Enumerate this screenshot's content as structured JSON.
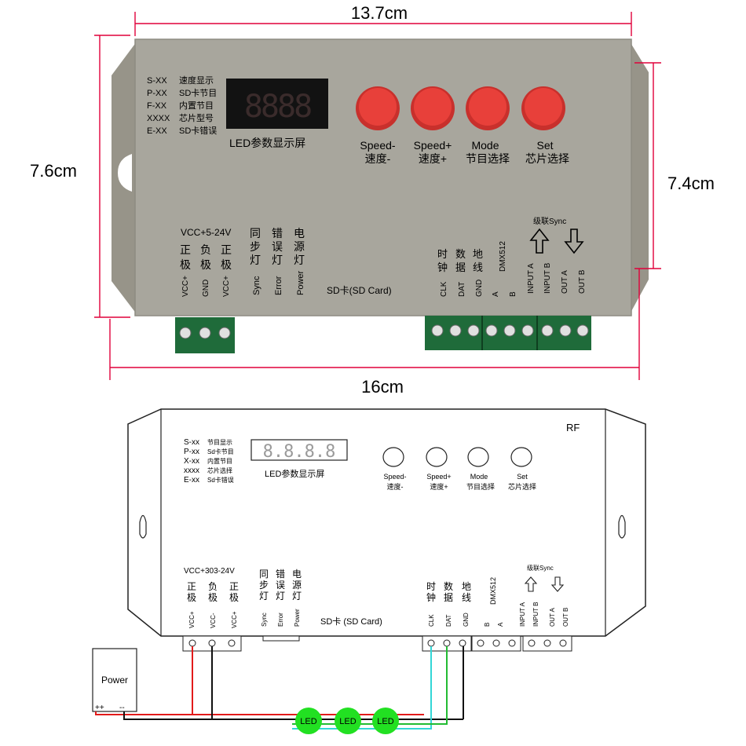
{
  "dimensions": {
    "width_label": "13.7cm",
    "height_left_label": "7.6cm",
    "height_right_label": "7.4cm",
    "overall_width_label": "16cm"
  },
  "photo": {
    "legend": [
      {
        "code": "S-XX",
        "desc": "速度显示"
      },
      {
        "code": "P-XX",
        "desc": "SD卡节目"
      },
      {
        "code": "F-XX",
        "desc": "内置节目"
      },
      {
        "code": "XXXX",
        "desc": "芯片型号"
      },
      {
        "code": "E-XX",
        "desc": "SD卡错误"
      }
    ],
    "display_digits": "8888",
    "display_label": "LED参数显示屏",
    "buttons": [
      {
        "en": "Speed-",
        "cn": "速度-"
      },
      {
        "en": "Speed+",
        "cn": "速度+"
      },
      {
        "en": "Mode",
        "cn": "节目选择"
      },
      {
        "en": "Set",
        "cn": "芯片选择"
      }
    ],
    "power_label": "VCC+5-24V",
    "power_columns": [
      {
        "top": "正",
        "bottom": "极",
        "pin": "VCC+"
      },
      {
        "top": "负",
        "bottom": "极",
        "pin": "GND"
      },
      {
        "top": "正",
        "bottom": "极",
        "pin": "VCC+"
      }
    ],
    "indicators": [
      {
        "c1": "同",
        "c2": "步",
        "c3": "灯",
        "en": "Sync"
      },
      {
        "c1": "错",
        "c2": "误",
        "c3": "灯",
        "en": "Error"
      },
      {
        "c1": "电",
        "c2": "源",
        "c3": "灯",
        "en": "Power"
      }
    ],
    "sd_label": "SD卡(SD Card)",
    "signal_columns": [
      {
        "top": "时",
        "bottom": "钟",
        "pin": "CLK"
      },
      {
        "top": "数",
        "bottom": "据",
        "pin": "DAT"
      },
      {
        "top": "地",
        "bottom": "线",
        "pin": "GND"
      }
    ],
    "dmx_label": "DMX512",
    "dmx_pins": [
      "A",
      "B"
    ],
    "cascade_label": "级联Sync",
    "cascade_pins": [
      "INPUT A",
      "INPUT B",
      "OUT A",
      "OUT B"
    ]
  },
  "diagram": {
    "rf_label": "RF",
    "legend": [
      {
        "code": "S-xx",
        "desc": "节目显示"
      },
      {
        "code": "P-xx",
        "desc": "Sd卡节目"
      },
      {
        "code": "X-xx",
        "desc": "内置节目"
      },
      {
        "code": "xxxx",
        "desc": "芯片选择"
      },
      {
        "code": "E-xx",
        "desc": "Sd卡错误"
      }
    ],
    "display_digits": "8.8.8.8",
    "display_label": "LED参数显示屏",
    "buttons": [
      {
        "en": "Speed-",
        "cn": "速度-"
      },
      {
        "en": "Speed+",
        "cn": "速度+"
      },
      {
        "en": "Mode",
        "cn": "节目选择"
      },
      {
        "en": "Set",
        "cn": "芯片选择"
      }
    ],
    "power_label": "VCC+303-24V",
    "power_columns": [
      {
        "top": "正",
        "bottom": "极",
        "pin": "VCC+"
      },
      {
        "top": "负",
        "bottom": "极",
        "pin": "VCC-"
      },
      {
        "top": "正",
        "bottom": "极",
        "pin": "VCC+"
      }
    ],
    "indicators": [
      {
        "c1": "同",
        "c2": "步",
        "c3": "灯",
        "en": "Sync"
      },
      {
        "c1": "错",
        "c2": "误",
        "c3": "灯",
        "en": "Error"
      },
      {
        "c1": "电",
        "c2": "源",
        "c3": "灯",
        "en": "Power"
      }
    ],
    "sd_label": "SD卡 (SD Card)",
    "signal_columns": [
      {
        "top": "时",
        "bottom": "钟",
        "pin": "CLK"
      },
      {
        "top": "数",
        "bottom": "据",
        "pin": "DAT"
      },
      {
        "top": "地",
        "bottom": "线",
        "pin": "GND"
      }
    ],
    "dmx_label": "DMX512",
    "dmx_pins": [
      "B",
      "A"
    ],
    "cascade_label": "级联Sync",
    "cascade_pins": [
      "INPUT A",
      "INPUT B",
      "OUT A",
      "OUT B"
    ],
    "power_supply": {
      "label": "Power",
      "plus": "++",
      "minus": "--"
    },
    "leds": [
      "LED",
      "LED",
      "LED"
    ]
  },
  "colors": {
    "dimension_line": "#e0003a",
    "housing": "#a8a69d",
    "button_red": "#e8403a",
    "terminal_green": "#1f6b3a",
    "wire_red": "#e21b1b",
    "wire_black": "#111111",
    "wire_cyan": "#33d6d6",
    "wire_green": "#22bb33",
    "led_green": "#22e022"
  }
}
